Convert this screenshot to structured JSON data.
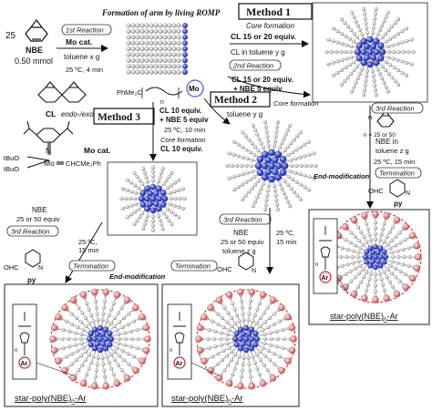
{
  "top_title": "Formation of arm by living ROMP",
  "nbe_coeff": "25",
  "nbe_label": "NBE",
  "nbe_amount": "0.50 mmol",
  "first_reaction": {
    "label": "1st Reaction",
    "catalyst": "Mo cat.",
    "solvent": "toluene x g",
    "cond": "25 ºC, 4 min"
  },
  "initiator": {
    "left": "PhMe₂C",
    "metal": "Mo",
    "n": "n"
  },
  "method1": {
    "title": "Method 1",
    "core": "Core formation",
    "cl": "CL 15 or 20 equiv.",
    "solvent": "CL in toluene y g",
    "second_reaction": "2nd Reaction",
    "cl2": "CL 15 or 20 equiv.",
    "nbe2": "+ NBE 5 equiv"
  },
  "method2": {
    "title": "Method 2",
    "solvent": "toluene y g",
    "core": "Core formation"
  },
  "method3": {
    "title": "Method 3",
    "cl": "CL 10 equiv.",
    "nbe": "+ NBE 5 equiv",
    "cond": "25 ºC, 10 min",
    "core": "Core formation",
    "cl2": "CL 10 equiv."
  },
  "cl_label": {
    "name": "CL",
    "isomer": "endo-/exo-"
  },
  "mo_cat": {
    "label": "Mo cat.",
    "metal": "Mo",
    "tbuo1": "tBuO",
    "tbuo2": "tBuO",
    "alkylidene": "CHCMe₂Ph",
    "n_atom": "N"
  },
  "m3_third": {
    "nbe": "NBE",
    "equiv": "25 or 50 equiv",
    "third_reaction": "3rd Reaction",
    "cond1": "25 ºC,",
    "cond2": "15 min",
    "termination": "Termination",
    "end_mod": "End-modification"
  },
  "m2_third": {
    "third_reaction": "3rd Reaction",
    "nbe": "NBE",
    "equiv": "25 or 50 equiv",
    "solvent": "toluene z g",
    "cond1": "25 ºC,",
    "cond2": "15 min",
    "termination": "Termination"
  },
  "m1_third": {
    "n_label": "n",
    "n_vals": "n = 25 or 50",
    "third_reaction": "3rd Reaction",
    "nbe": "NBE in",
    "solvent": "toluene z g",
    "cond": "25 ºC, 15 min",
    "end_mod": "End-modification",
    "termination": "Termination"
  },
  "py": {
    "cho": "OHC",
    "label": "py",
    "n_atom": "N"
  },
  "product": {
    "main": "star-poly(NBE)",
    "sub": "n",
    "tail": "-Ar",
    "ar": "Ar",
    "n": "n"
  },
  "colors": {
    "core_sphere": "#4a57d8",
    "arm_sphere": "#dcdcdc",
    "end_sphere": "#e98b8b",
    "dash_circle": "#d0202a",
    "frame": "#222222"
  }
}
